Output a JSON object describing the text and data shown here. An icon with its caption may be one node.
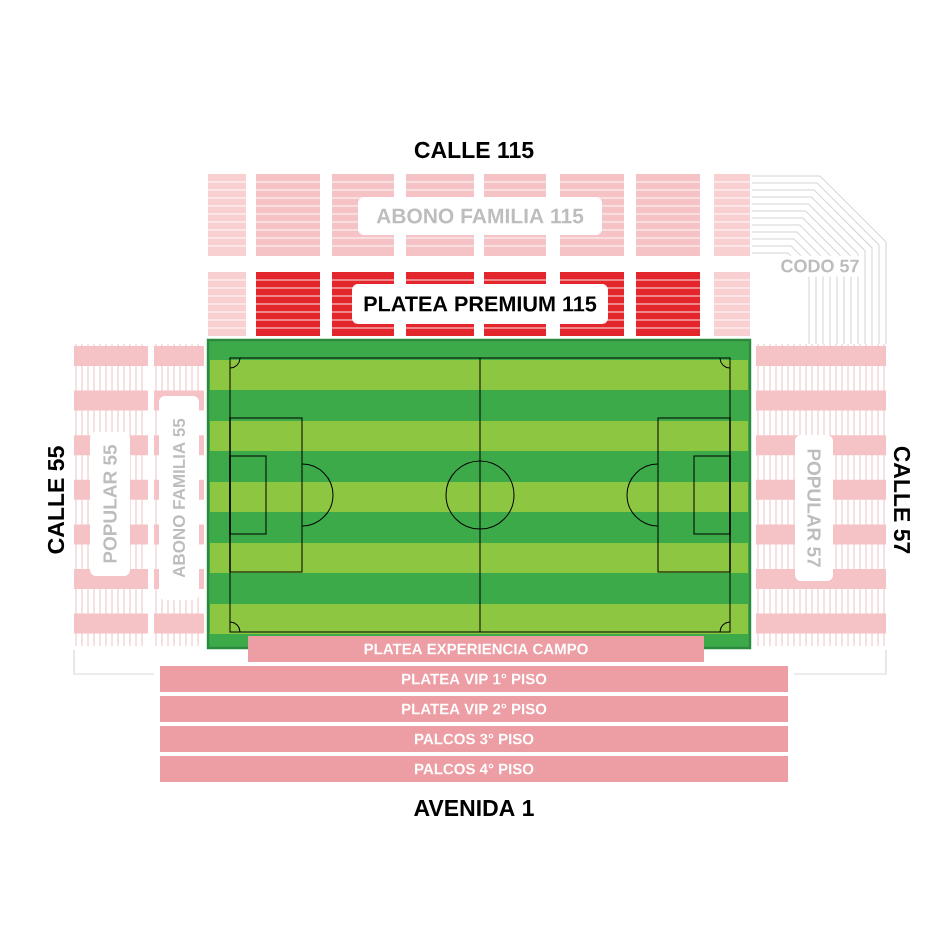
{
  "diagram": {
    "nodes": [
      {
        "text": [
          "ABONO FAMILIA 115"
        ]
      },
      {
        "text": [
          "CODO 57"
        ]
      },
      {
        "text": [
          "PLATEA PREMIUM 115"
        ]
      },
      {
        "text": [
          "POPULAR 55"
        ]
      },
      {
        "text": [
          "ABONO FAMILIA 55"
        ]
      },
      {
        "text": [
          "POPULAR 57"
        ]
      },
      {
        "text": [
          "PLATEA EXPERIENCIA CAMPO"
        ]
      },
      {
        "text": [
          "PLATEA VIP 1° PISO"
        ]
      },
      {
        "text": [
          "PLATEA VIP 2° PISO"
        ]
      },
      {
        "text": [
          "PALCOS 3° PISO"
        ]
      },
      {
        "text": [
          "PALCOS 4° PISO"
        ]
      }
    ],
    "labels": [
      "CALLE 115",
      "CALLE 55",
      "CALLE 57",
      "AVENIDA 1"
    ]
  }
}
